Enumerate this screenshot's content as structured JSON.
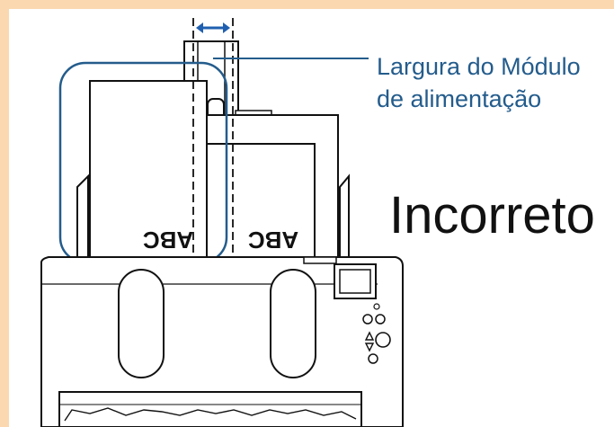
{
  "callout": {
    "line1": "Largura do Módulo",
    "line2": "de alimentação"
  },
  "verdict": "Incorreto",
  "documents": [
    {
      "label": "ABC"
    },
    {
      "label": "ABC"
    }
  ],
  "colors": {
    "frame_border": "#fbd8b0",
    "callout_text": "#245c8c",
    "highlight": "#245c8c",
    "arrow": "#1f5fb0",
    "outline": "#111111"
  },
  "icons": [
    "width-arrow-icon",
    "scanner-control-panel-icon"
  ]
}
